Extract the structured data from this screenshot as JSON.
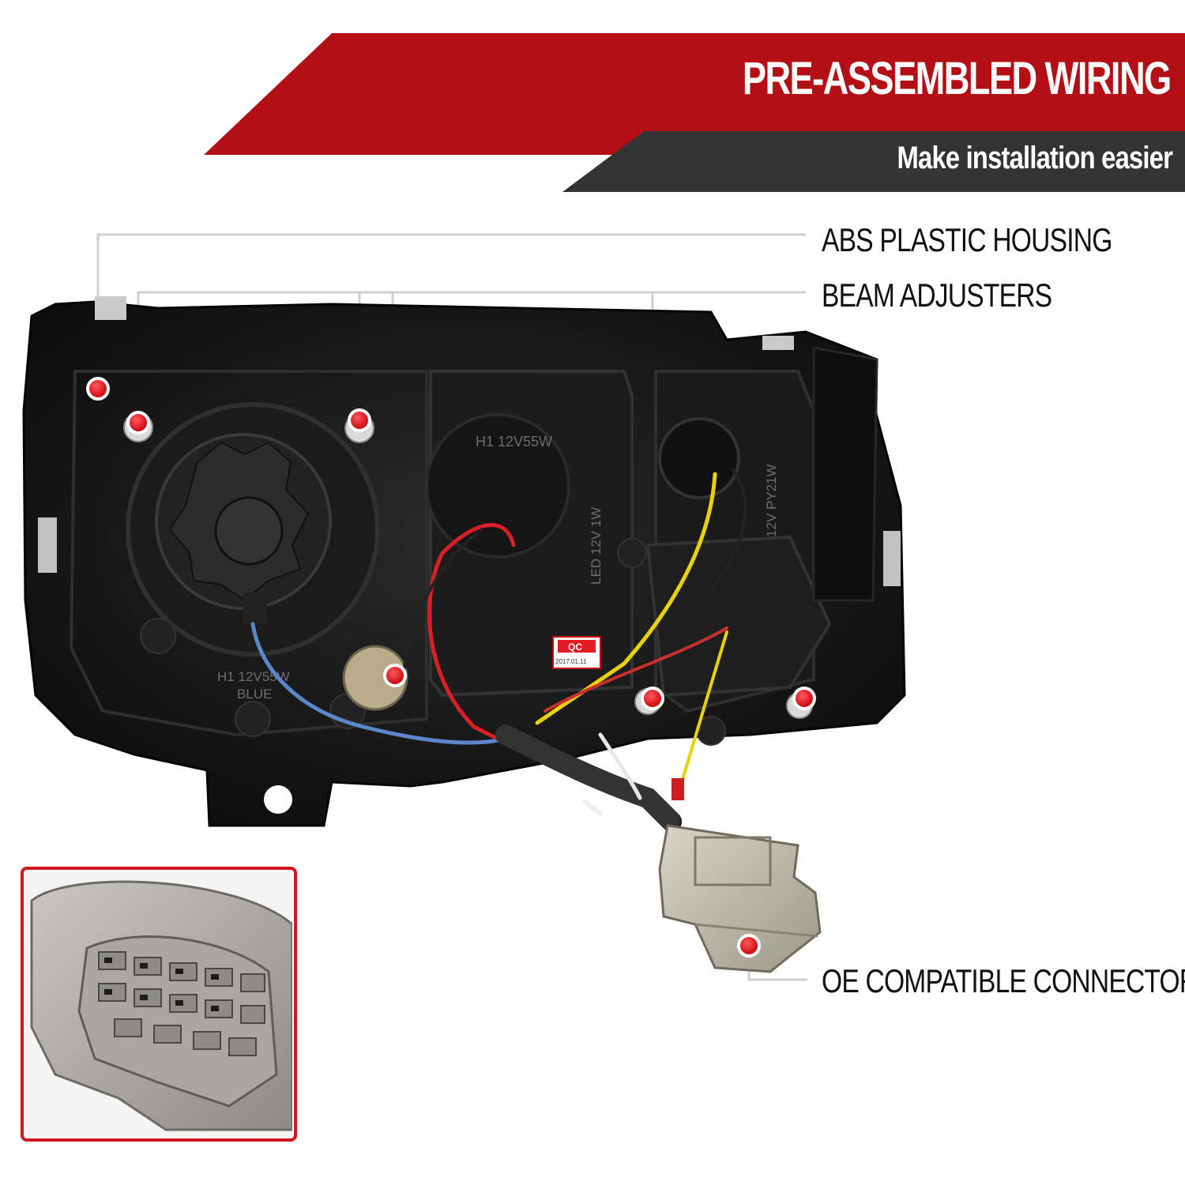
{
  "banner": {
    "title": "PRE-ASSEMBLED WIRING",
    "subtitle": "Make installation easier",
    "colors": {
      "red": "#b50f16",
      "dark": "#333333"
    }
  },
  "callouts": {
    "housing": "ABS PLASTIC HOUSING",
    "beam_adjusters": "BEAM ADJUSTERS",
    "connector": "OE COMPATIBLE CONNECTOR"
  },
  "housing_marks": {
    "bulb_top": "H1 12V55W",
    "bulb_bottom": "H1 12V",
    "bulb_color": "BLUE",
    "led_mark": "LED 12V 1W",
    "side_mark": "12V PY21W",
    "qc_label": "QC",
    "qc_date": "2017.01.11"
  },
  "colors": {
    "accent_red": "#e0101a",
    "housing": "#161616",
    "callout_line": "#d0d0d0",
    "inset_border": "#d0161e"
  }
}
